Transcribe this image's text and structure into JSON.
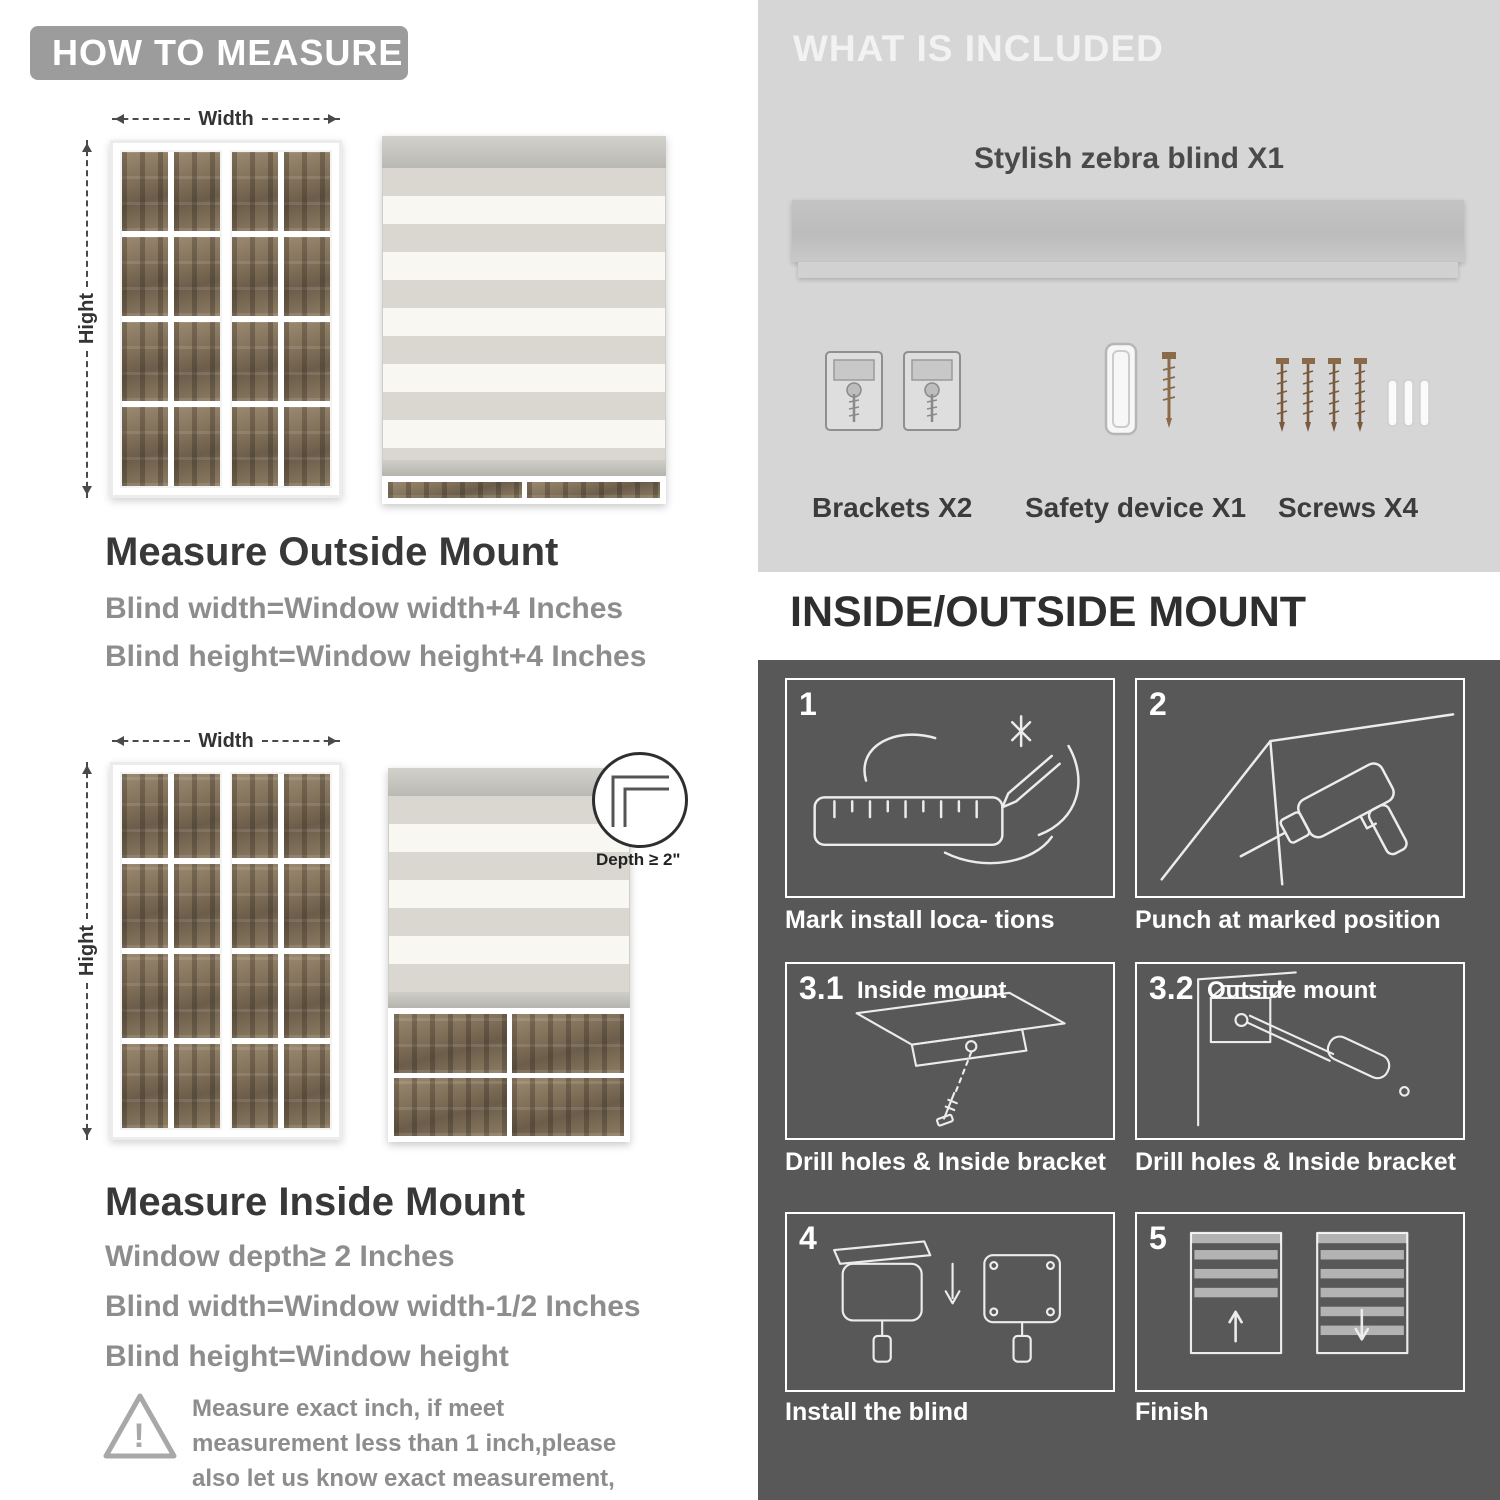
{
  "colors": {
    "badge_gray": "#9c9c9c",
    "included_bg": "#d6d6d6",
    "dark_bg": "#585858",
    "muted_text": "#8d8d8d"
  },
  "left": {
    "header": "HOW TO MEASURE",
    "outside": {
      "width_label": "Width",
      "height_label": "Hight",
      "title": "Measure Outside Mount",
      "lines": [
        "Blind width=Window width+4 Inches",
        "Blind height=Window height+4 Inches"
      ]
    },
    "inside": {
      "width_label": "Width",
      "height_label": "Hight",
      "depth_label": "Depth ≥ 2\"",
      "title": "Measure Inside Mount",
      "lines": [
        "Window depth≥ 2 Inches",
        "Blind width=Window width-1/2 Inches",
        "Blind height=Window height"
      ]
    },
    "warning": {
      "mark": "!",
      "text": "Measure exact inch, if meet measurement less than 1 inch,please also let us know exact measurement, please do not leave it"
    }
  },
  "right": {
    "included": {
      "header": "WHAT IS INCLUDED",
      "blind_label": "Stylish zebra blind X1",
      "items": [
        {
          "label": "Brackets X2"
        },
        {
          "label": "Safety device X1"
        },
        {
          "label": "Screws X4"
        }
      ]
    },
    "mount": {
      "header": "INSIDE/OUTSIDE MOUNT",
      "steps": [
        {
          "num": "1",
          "tag": "",
          "caption": "Mark install loca- tions"
        },
        {
          "num": "2",
          "tag": "",
          "caption": "Punch at  marked position"
        },
        {
          "num": "3.1",
          "tag": "Inside mount",
          "caption": "Drill holes &  Inside bracket"
        },
        {
          "num": "3.2",
          "tag": "Outside mount",
          "caption": "Drill holes &  Inside bracket"
        },
        {
          "num": "4",
          "tag": "",
          "caption": "Install the blind"
        },
        {
          "num": "5",
          "tag": "",
          "caption": "Finish"
        }
      ]
    }
  }
}
